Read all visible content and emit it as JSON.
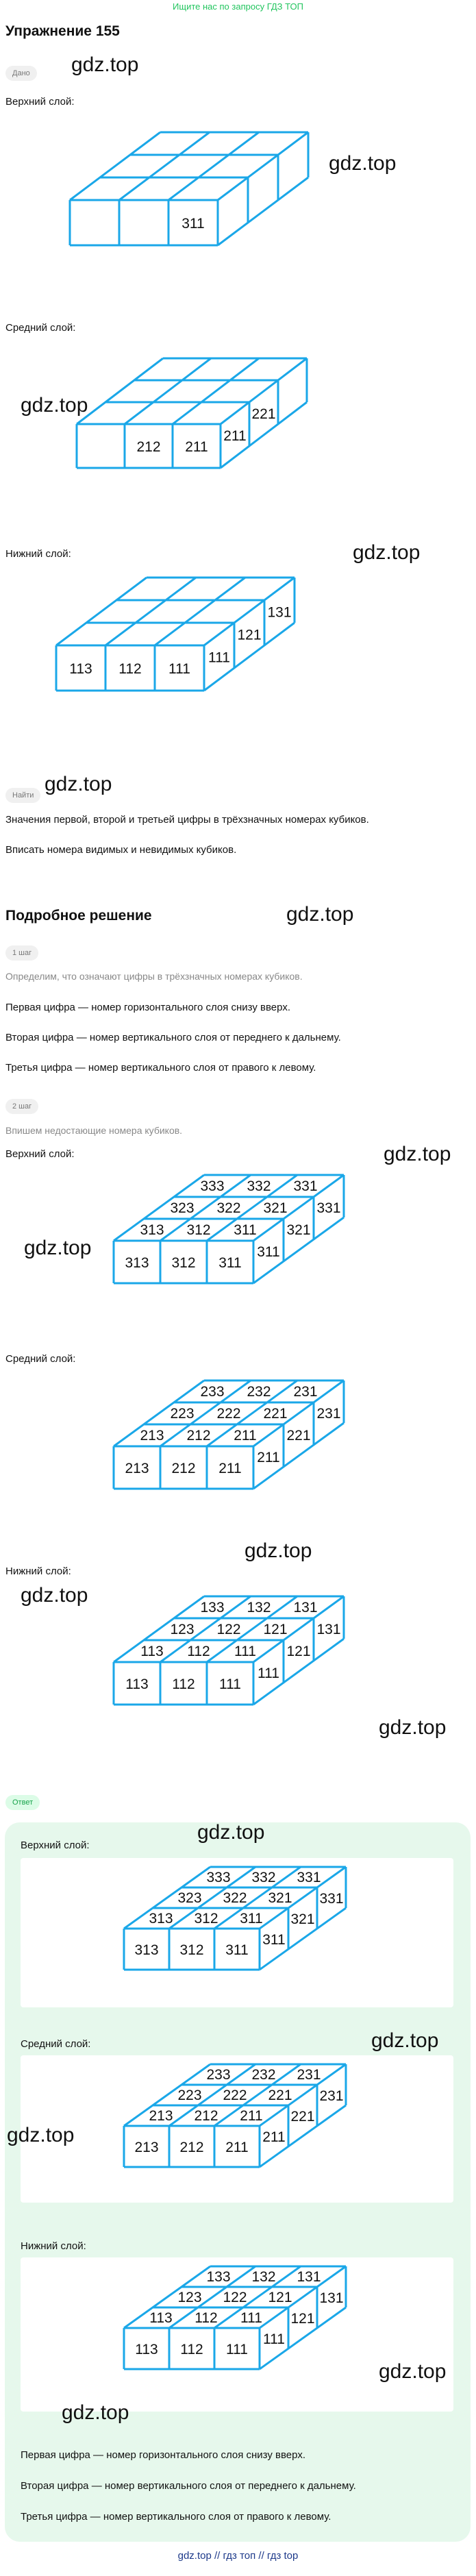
{
  "banner": "Ищите нас по запросу ГДЗ ТОП",
  "title": "Упражнение 155",
  "watermark": "gdz.top",
  "given": {
    "badge": "Дано",
    "top_label": "Верхний слой:",
    "mid_label": "Средний слой:",
    "bot_label": "Нижний слой:",
    "top_nums": [
      "311"
    ],
    "mid_nums": [
      "212",
      "211",
      "221",
      "211"
    ],
    "bot_nums": [
      "113",
      "112",
      "111",
      "111",
      "121",
      "131"
    ]
  },
  "find": {
    "badge": "Найти",
    "line1": "Значения первой, второй и третьей цифры в трёхзначных номерах кубиков.",
    "line2": "Вписать номера видимых и невидимых кубиков."
  },
  "solution": {
    "heading": "Подробное решение",
    "step1_badge": "1 шаг",
    "step1_intro": "Определим, что означают цифры в трёхзначных номерах кубиков.",
    "rule1": "Первая цифра — номер горизонтального слоя снизу вверх.",
    "rule2": "Вторая цифра — номер вертикального слоя от переднего к дальнему.",
    "rule3": "Третья цифра — номер вертикального слоя от правого к левому.",
    "step2_badge": "2 шаг",
    "step2_intro": "Впишем недостающие номера кубиков.",
    "top_label": "Верхний слой:",
    "mid_label": "Средний слой:",
    "bot_label": "Нижний слой:"
  },
  "answer": {
    "badge": "Ответ",
    "top_label": "Верхний слой:",
    "mid_label": "Средний слой:",
    "bot_label": "Нижний слой:",
    "rule1": "Первая цифра — номер горизонтального слоя снизу вверх.",
    "rule2": "Вторая цифра — номер вертикального слоя от переднего к дальнему.",
    "rule3": "Третья цифра — номер вертикального слоя от правого к левому."
  },
  "layers": {
    "top": {
      "front": [
        "313",
        "312",
        "311"
      ],
      "mid": [
        "323",
        "322",
        "321"
      ],
      "back": [
        "333",
        "332",
        "331"
      ],
      "side": [
        "311",
        "321",
        "331"
      ]
    },
    "middle": {
      "front": [
        "213",
        "212",
        "211"
      ],
      "mid": [
        "223",
        "222",
        "221"
      ],
      "back": [
        "233",
        "232",
        "231"
      ],
      "side": [
        "211",
        "221",
        "231"
      ]
    },
    "bottom": {
      "front": [
        "113",
        "112",
        "111"
      ],
      "mid": [
        "123",
        "122",
        "121"
      ],
      "back": [
        "133",
        "132",
        "131"
      ],
      "side": [
        "111",
        "121",
        "131"
      ]
    }
  },
  "footer": "gdz.top  //  гдз топ  //  гдз top",
  "colors": {
    "cube_stroke": "#1aa7e8",
    "answer_bg": "#e6f8ec",
    "banner": "#22c55e"
  }
}
